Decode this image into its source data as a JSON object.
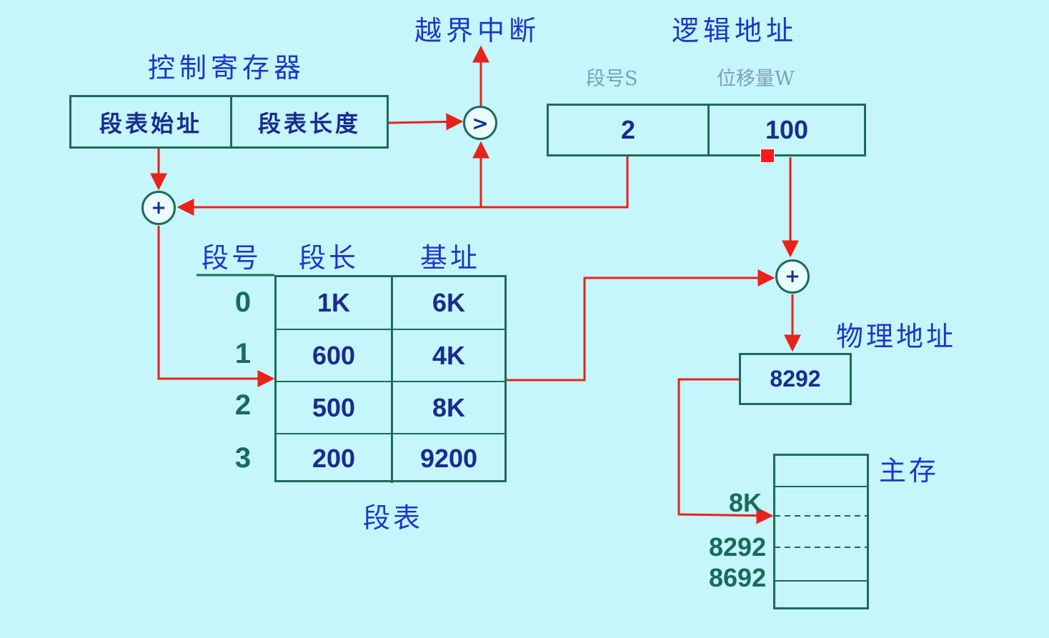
{
  "labels": {
    "overflow_interrupt": "越界中断",
    "logical_address": "逻辑地址",
    "control_register": "控制寄存器",
    "segment_no_s": "段号S",
    "offset_w": "位移量W",
    "segment_table_header_no": "段号",
    "segment_table_header_len": "段长",
    "segment_table_header_base": "基址",
    "segment_table_caption": "段表",
    "physical_address": "物理地址",
    "main_memory": "主存"
  },
  "control_register": {
    "table_start": "段表始址",
    "table_length": "段表长度"
  },
  "comparator_symbol": ">",
  "adder_symbol": "+",
  "logical_address": {
    "segment": "2",
    "offset": "100"
  },
  "segment_table": {
    "rows": [
      {
        "no": "0",
        "length": "1K",
        "base": "6K"
      },
      {
        "no": "1",
        "length": "600",
        "base": "4K"
      },
      {
        "no": "2",
        "length": "500",
        "base": "8K"
      },
      {
        "no": "3",
        "length": "200",
        "base": "9200"
      }
    ]
  },
  "physical_address_value": "8292",
  "memory_marks": {
    "m1": "8K",
    "m2": "8292",
    "m3": "8692"
  },
  "colors": {
    "background": "#c4f6fb",
    "title": "#1d36c8",
    "arrow": "#e8231a",
    "border": "#1f6a5a",
    "teal_text": "#176b5b",
    "navy_text": "#1a2b8d"
  }
}
